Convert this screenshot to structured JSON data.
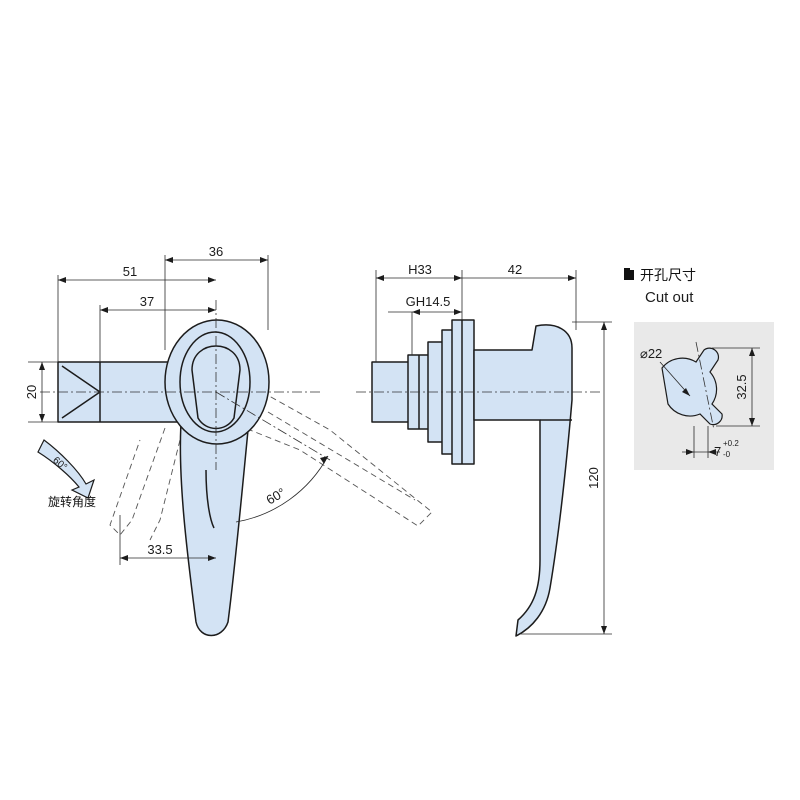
{
  "front_view": {
    "dim_overall": "51",
    "dim_handle": "36",
    "dim_axis": "37",
    "dim_shaft_height": "20",
    "dim_swing": "33.5",
    "rotation_angle": "60°",
    "rotation_marker": "60°",
    "rotation_caption": "旋转角度"
  },
  "side_view": {
    "dim_thread_length": "H33",
    "dim_grip_thread": "GH14.5",
    "dim_handle_depth": "42",
    "dim_height": "120"
  },
  "cutout": {
    "title_cn": "开孔尺寸",
    "title_en": "Cut out",
    "dim_diameter": "⌀22",
    "dim_height": "32.5",
    "dim_slot": "7",
    "dim_slot_tol_upper": "+0.2",
    "dim_slot_tol_lower": "-0"
  },
  "colors": {
    "part_fill": "#d3e3f4",
    "line": "#1c1c1c",
    "panel_bg": "#e9e9e9"
  }
}
